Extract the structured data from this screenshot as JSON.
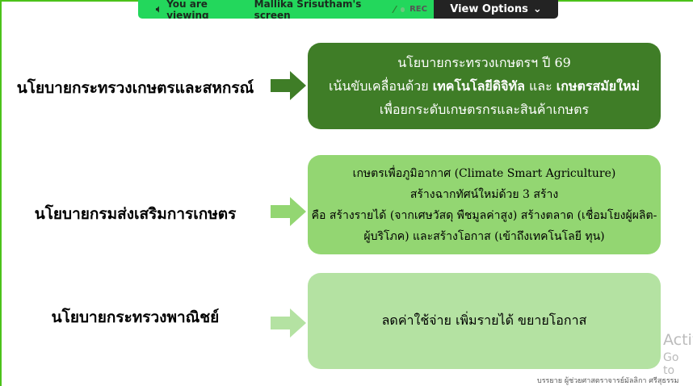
{
  "zoom_bar": {
    "viewing": "You are viewing",
    "presenter": "Mallika Srisutham's screen",
    "rec": "REC",
    "view_options": "View Options"
  },
  "rows": [
    {
      "label": "นโยบายกระทรวงเกษตรและสหกรณ์",
      "lines": [
        "นโยบายกระทรวงเกษตรฯ ปี 69"
      ],
      "line2_a": "เน้นขับเคลื่อนด้วย ",
      "line2_b": "เทคโนโลยีดิจิทัล",
      "line2_c": " และ ",
      "line2_d": "เกษตรสมัยใหม่",
      "line3": "เพื่อยกระดับเกษตรกรและสินค้าเกษตร"
    },
    {
      "label": "นโยบายกรมส่งเสริมการเกษตร",
      "lines": [
        "เกษตรเพื่อภูมิอากาศ (Climate Smart Agriculture)",
        "สร้างฉากทัศน์ใหม่ด้วย 3 สร้าง",
        "คือ สร้างรายได้ (จากเศษวัสดุ พืชมูลค่าสูง) สร้างตลาด (เชื่อมโยงผู้ผลิต-",
        "ผู้บริโภค) และสร้างโอกาส (เข้าถึงเทคโนโลยี ทุน)"
      ]
    },
    {
      "label": "นโยบายกระทรวงพาณิชย์",
      "lines": [
        "ลดค่าใช้จ่าย เพิ่มรายได้ ขยายโอกาส"
      ]
    }
  ],
  "watermark": {
    "line1": "Activ",
    "line2": "Go to"
  },
  "credit": "บรรยาย ผู้ช่วยศาสตราจารย์มัลลิกา ศรีสุธรรม",
  "colors": {
    "dark": "#3f7d27",
    "mid": "#93d672",
    "light": "#b4e2a2",
    "zoom_green": "#23d75c"
  }
}
